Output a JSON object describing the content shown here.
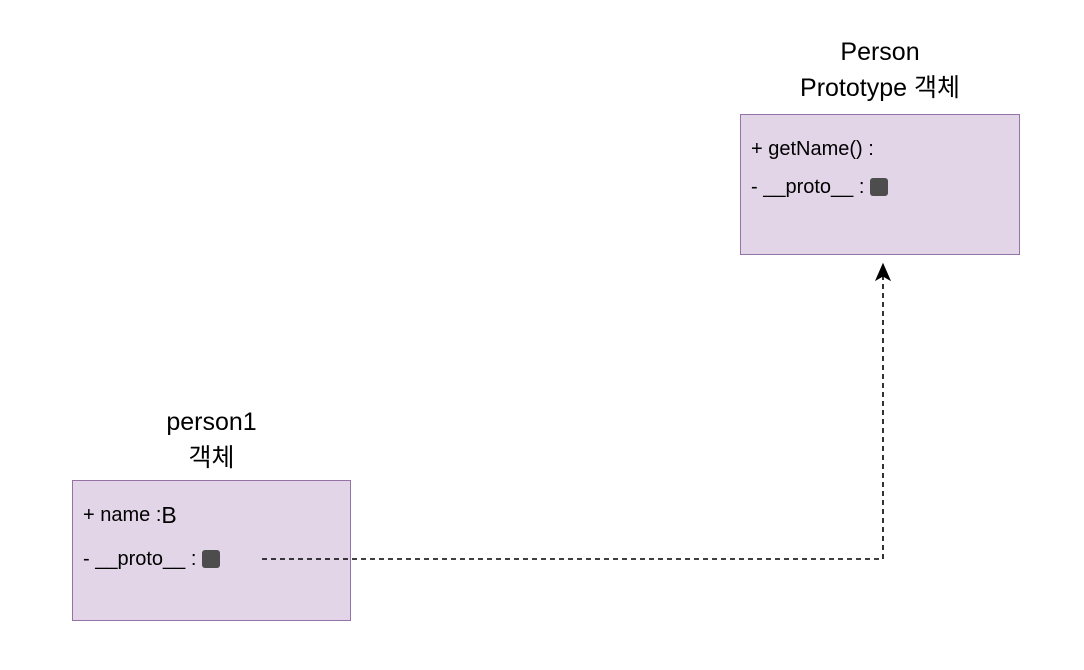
{
  "colors": {
    "box_fill": "#e1d5e7",
    "box_border": "#9673a6",
    "pointer_square": "#4d4d4d",
    "arrow": "#000000"
  },
  "prototype_object": {
    "title_line1": "Person",
    "title_line2": "Prototype 객체",
    "method_row": "+ getName() :",
    "proto_row": "- __proto__ :"
  },
  "instance_object": {
    "title_line1": "person1",
    "title_line2": "객체",
    "name_row_label": "+ name : ",
    "name_row_value": "B",
    "proto_row": "- __proto__ :"
  },
  "connector": {
    "style": "dashed",
    "direction": "from person1 __proto__ to Person Prototype"
  }
}
